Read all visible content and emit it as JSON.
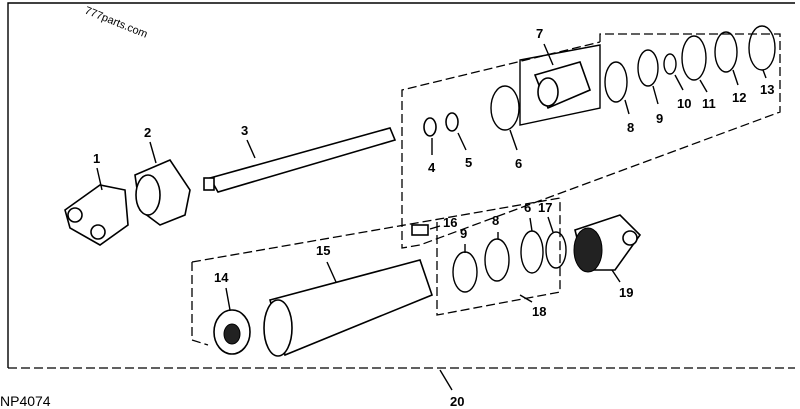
{
  "watermark": "777parts.com",
  "figure_code": "NP4074",
  "callouts": {
    "p1": "1",
    "p2": "2",
    "p3": "3",
    "p4": "4",
    "p5": "5",
    "p6a": "6",
    "p7": "7",
    "p8a": "8",
    "p9a": "9",
    "p10": "10",
    "p11": "11",
    "p12": "12",
    "p13": "13",
    "p14": "14",
    "p15": "15",
    "p16": "16",
    "p9b": "9",
    "p8b": "8",
    "p6b": "6",
    "p17": "17",
    "p18": "18",
    "p19": "19",
    "p20": "20"
  }
}
